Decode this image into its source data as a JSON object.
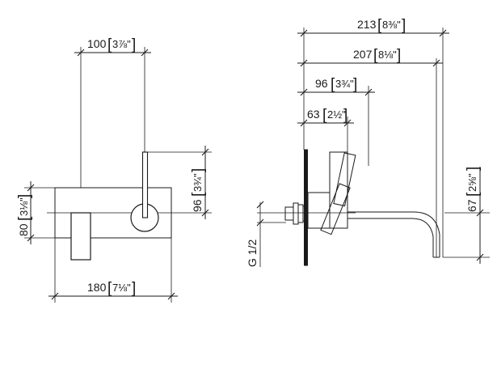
{
  "dimensions": {
    "front_spout_offset": {
      "mm": "100",
      "inch": "3⅞\""
    },
    "front_width": {
      "mm": "180",
      "inch": "7⅛\""
    },
    "front_height": {
      "mm": "80",
      "inch": "3⅛\""
    },
    "front_lever_height": {
      "mm": "96",
      "inch": "3¾\""
    },
    "side_total_projection": {
      "mm": "213",
      "inch": "8⅜\""
    },
    "side_spout_projection": {
      "mm": "207",
      "inch": "8⅛\""
    },
    "side_lever_projection": {
      "mm": "96",
      "inch": "3¾\""
    },
    "side_body_projection": {
      "mm": "63",
      "inch": "2½\""
    },
    "side_spout_drop": {
      "mm": "67",
      "inch": "2⅝\""
    },
    "thread_size": "G 1/2"
  }
}
